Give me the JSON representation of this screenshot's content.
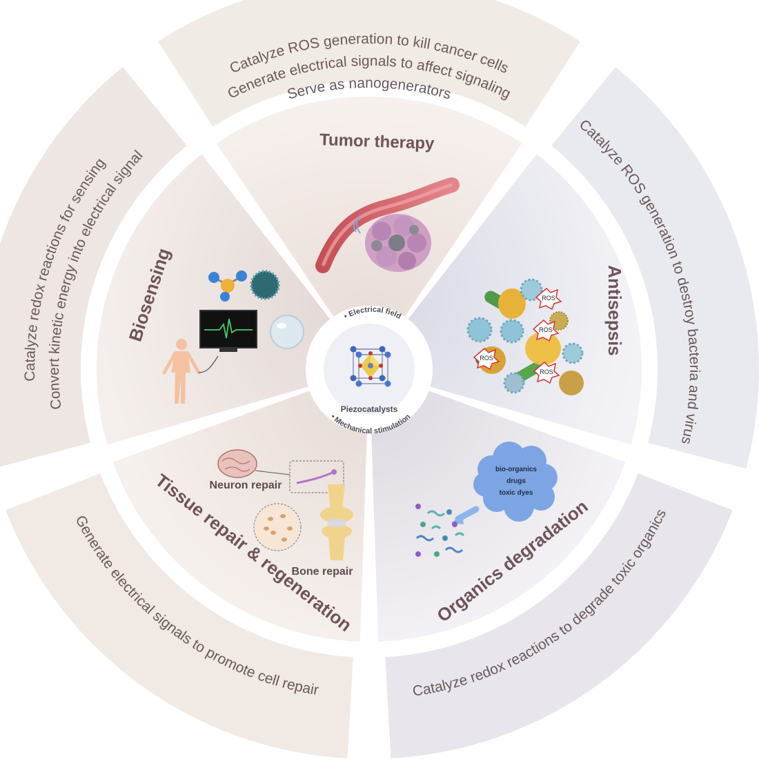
{
  "center": {
    "label": "Piezocatalysts",
    "arc_top": "• Electrical field",
    "arc_bottom": "• Mechanical stimulation"
  },
  "sections": [
    {
      "id": "tumor",
      "title": "Tumor therapy",
      "outer_lines": [
        "Catalyze ROS generation to kill cancer cells",
        "Generate electrical signals to affect signaling",
        "Serve as nanogenerators"
      ],
      "color": "#f1ebe6"
    },
    {
      "id": "antisepsis",
      "title": "Antisepsis",
      "outer_lines": [
        "Catalyze ROS generation to destroy bacteria and virus"
      ],
      "badges": [
        "ROS",
        "ROS",
        "ROS",
        "ROS"
      ],
      "color": "#e9eaf0"
    },
    {
      "id": "organics",
      "title": "Organics degradation",
      "outer_lines": [
        "Catalyze redox reactions to degrade toxic organics"
      ],
      "cloud_lines": [
        "bio-organics",
        "drugs",
        "toxic dyes"
      ],
      "color": "#e8e6ec"
    },
    {
      "id": "tissue",
      "title": "Tissue repair & regeneration",
      "outer_lines": [
        "Generate electrical signals to promote cell repair"
      ],
      "sublabels": [
        "Neuron repair",
        "Bone repair"
      ],
      "color": "#f0e9e4"
    },
    {
      "id": "biosensing",
      "title": "Biosensing",
      "outer_lines": [
        "Catalyze redox reactions for sensing",
        "Convert  kinetic energy into electrical signal"
      ],
      "color": "#ede6e2"
    }
  ],
  "colors": {
    "title_text": "#6e5358",
    "outer_text": "#6a585a",
    "inner_text": "#5b4a4e"
  }
}
